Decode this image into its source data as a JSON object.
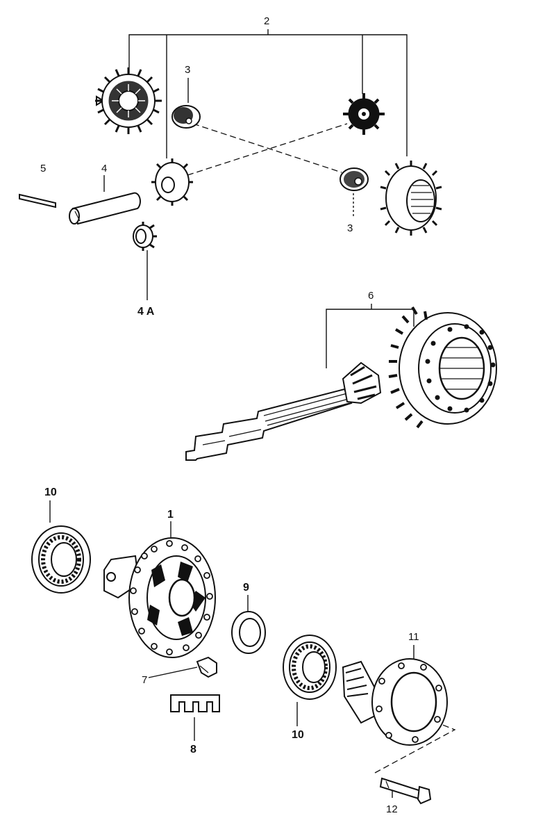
{
  "labels": {
    "l1": "1",
    "l2": "2",
    "l3a": "3",
    "l3b": "3",
    "l4": "4",
    "l4a": "4 A",
    "l5": "5",
    "l6": "6",
    "l7": "7",
    "l8": "8",
    "l9": "9",
    "l10a": "10",
    "l10b": "10",
    "l11": "11",
    "l12": "12"
  }
}
